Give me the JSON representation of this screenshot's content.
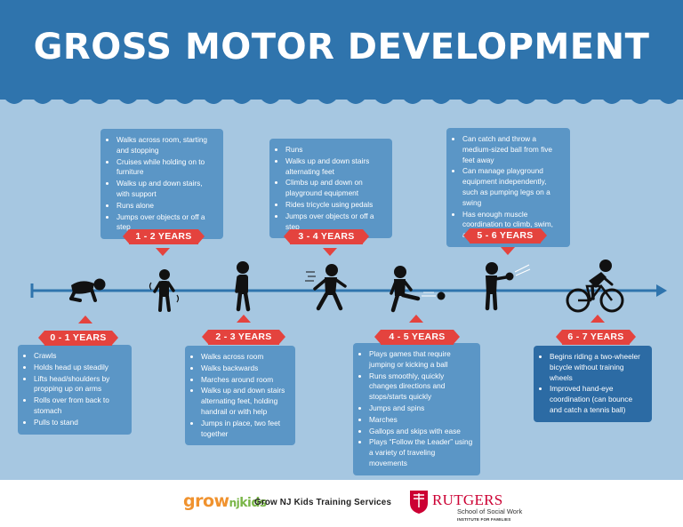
{
  "title": "GROSS MOTOR DEVELOPMENT",
  "colors": {
    "header_blue": "#2f74ad",
    "background_light_blue": "#a6c7e1",
    "box_medium_blue": "#5b96c6",
    "box_dark_blue": "#2c6ba4",
    "ribbon_red": "#e4433e"
  },
  "stages": [
    {
      "label": "0 - 1 YEARS",
      "icon": "crawling-baby-icon",
      "items": [
        "Crawls",
        "Holds head up steadily",
        "Lifts head/shoulders by propping up on arms",
        "Rolls over from back to stomach",
        "Pulls to stand"
      ]
    },
    {
      "label": "1 - 2 YEARS",
      "icon": "cruising-toddler-icon",
      "items": [
        "Walks across room, starting and stopping",
        "Cruises while holding on to furniture",
        "Walks up and down stairs, with support",
        "Runs alone",
        "Jumps over objects or off a step"
      ]
    },
    {
      "label": "2 - 3 YEARS",
      "icon": "walking-child-icon",
      "items": [
        "Walks across room",
        "Walks backwards",
        "Marches around room",
        "Walks up and down stairs alternating feet, holding handrail or with help",
        "Jumps in place, two feet together"
      ]
    },
    {
      "label": "3 - 4 YEARS",
      "icon": "running-child-icon",
      "items": [
        "Runs",
        "Walks up and down stairs alternating feet",
        "Climbs up and down on playground equipment",
        "Rides tricycle using pedals",
        "Jumps over objects or off a step"
      ]
    },
    {
      "label": "4 - 5 YEARS",
      "icon": "kicking-ball-icon",
      "items": [
        "Plays games that require jumping or kicking a ball",
        "Runs smoothly, quickly changes directions and stops/starts quickly",
        "Jumps and spins",
        "Marches",
        "Gallops and skips with ease",
        "Plays “Follow the Leader” using a variety of traveling movements"
      ]
    },
    {
      "label": "5 - 6 YEARS",
      "icon": "catching-ball-icon",
      "items": [
        "Can catch and throw a medium-sized ball from five feet away",
        "Can manage playground equipment independently, such as pumping legs on a swing",
        "Has enough muscle coordination to climb, swim, and skate"
      ]
    },
    {
      "label": "6 - 7 YEARS",
      "icon": "bicycle-rider-icon",
      "items": [
        "Begins riding a two-wheeler bicycle without training wheels",
        "Improved hand-eye coordination (can bounce and catch a tennis ball)"
      ]
    }
  ],
  "footer": {
    "grow_logo": {
      "part1": "grow",
      "part2": "nj",
      "part3": "kids"
    },
    "grow_services": "Grow NJ Kids Training Services",
    "rutgers_name": "RUTGERS",
    "rutgers_school": "School of Social Work",
    "rutgers_institute": "INSTITUTE FOR FAMILIES"
  }
}
